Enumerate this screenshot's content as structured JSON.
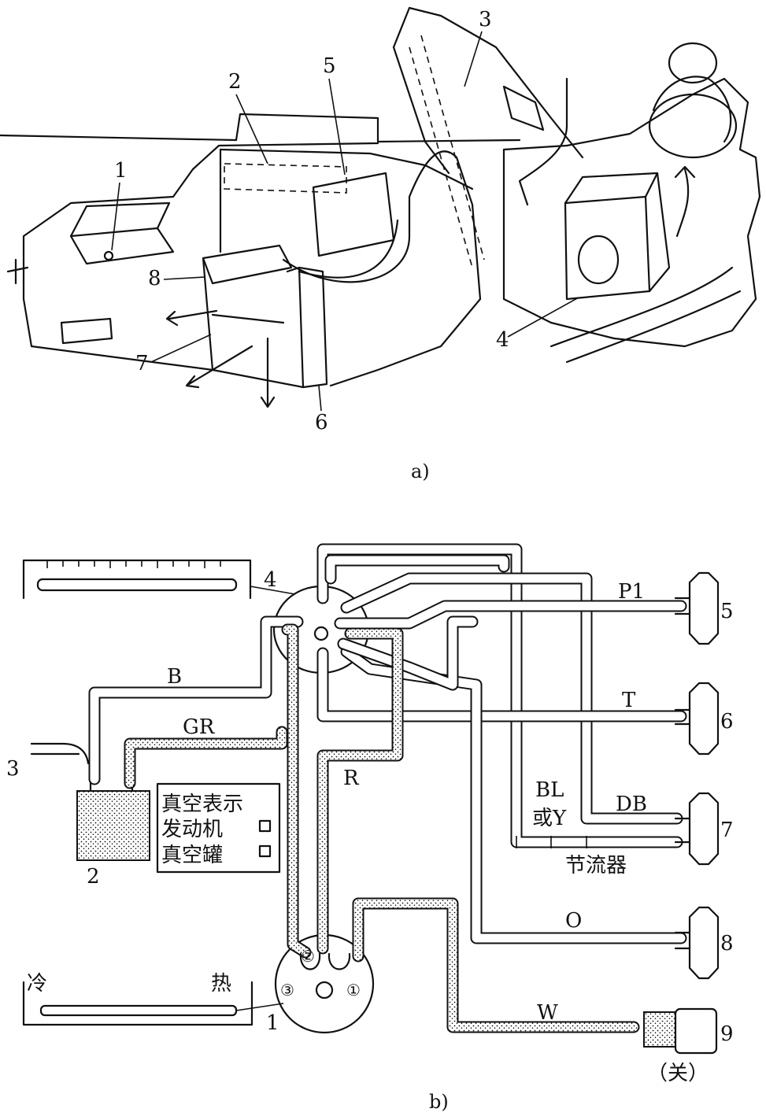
{
  "diagram_a": {
    "caption": "a)",
    "labels": [
      "1",
      "2",
      "3",
      "4",
      "5",
      "6",
      "7",
      "8"
    ]
  },
  "diagram_b": {
    "caption": "b)",
    "component_numbers": [
      "1",
      "2",
      "3",
      "4",
      "5",
      "6",
      "7",
      "8",
      "9"
    ],
    "hose_labels": {
      "P1": "P1",
      "T": "T",
      "B": "B",
      "GR": "GR",
      "R": "R",
      "BL_or_Y_1": "BL",
      "BL_or_Y_2": "或Y",
      "DB": "DB",
      "O": "O",
      "W": "W"
    },
    "restrictor_label": "节流器",
    "vacuum_legend": {
      "title": "真空表示",
      "engine": "发动机",
      "tank": "真空罐"
    },
    "temp_lever": {
      "cold": "冷",
      "hot": "热"
    },
    "valve_ports": [
      "②",
      "③",
      "①"
    ],
    "valve9_state": "（关）"
  }
}
